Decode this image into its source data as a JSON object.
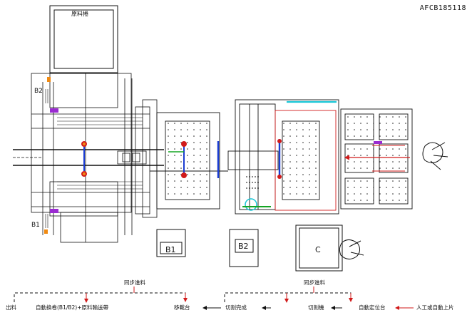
{
  "drawing_code": "AFCB185118",
  "material_roll_label": "原料捲",
  "roll_position_labels": {
    "b2": "B2",
    "b1": "B1"
  },
  "equipment_labels": {
    "b1": "B1",
    "b2": "B2",
    "c": "C"
  },
  "sync_labels": {
    "left": "同步進料",
    "right": "同步進料"
  },
  "process_flow": {
    "output": "出料",
    "auto_roll_change": "自動換卷(B1/B2)+原料輸送帶",
    "transfer_table": "移載台",
    "cutting_complete": "切割完成",
    "cutting_process": "切割機",
    "auto_positioning": "自動定位台",
    "manual_or_auto_loading": "人工或自動上片"
  },
  "colors": {
    "line": "#111111",
    "flow_red": "#d11a1a",
    "accent_blue": "#1a3cd1",
    "accent_green": "#15a524",
    "accent_cyan": "#19c6d6",
    "accent_purple": "#9a2bd1",
    "accent_orange": "#f08a12"
  }
}
